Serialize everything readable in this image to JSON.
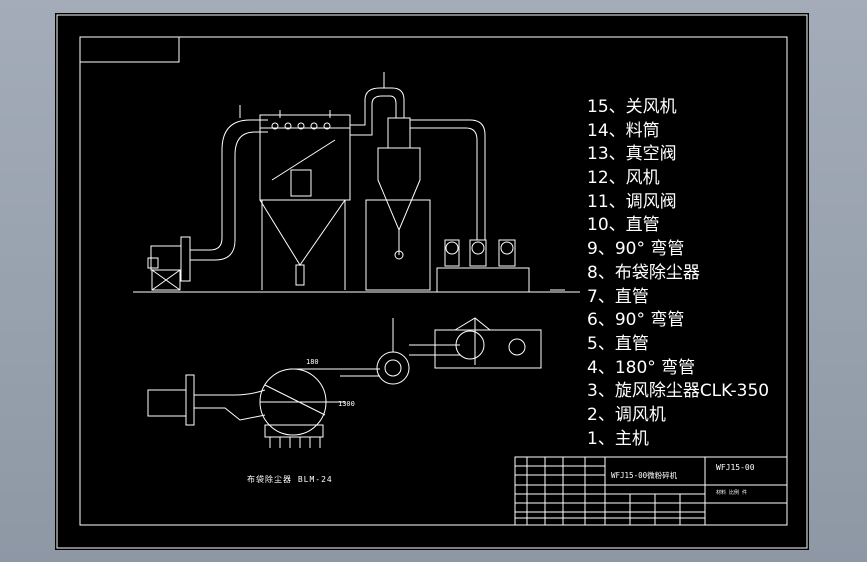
{
  "parts_list": [
    "15、关风机",
    "14、料筒",
    "13、真空阀",
    "12、风机",
    "11、调风阀",
    "10、直管",
    "9、90° 弯管",
    "8、布袋除尘器",
    "7、直管",
    "6、90° 弯管",
    "5、直管",
    "4、180° 弯管",
    "3、旋风除尘器CLK-350",
    "2、调风机",
    "1、主机"
  ],
  "plan_caption": "布袋除尘器 BLM-24",
  "dims": {
    "d180": "180",
    "d1300": "1300"
  },
  "title_block": {
    "drawing_title": "WFJ15-00微粉碎机",
    "drawing_no": "WFJ15-00",
    "sub_label": "材料 比例 件"
  },
  "colors": {
    "sheet": "#000000",
    "line": "#ffffff",
    "viewport": "#9aa4b0"
  }
}
